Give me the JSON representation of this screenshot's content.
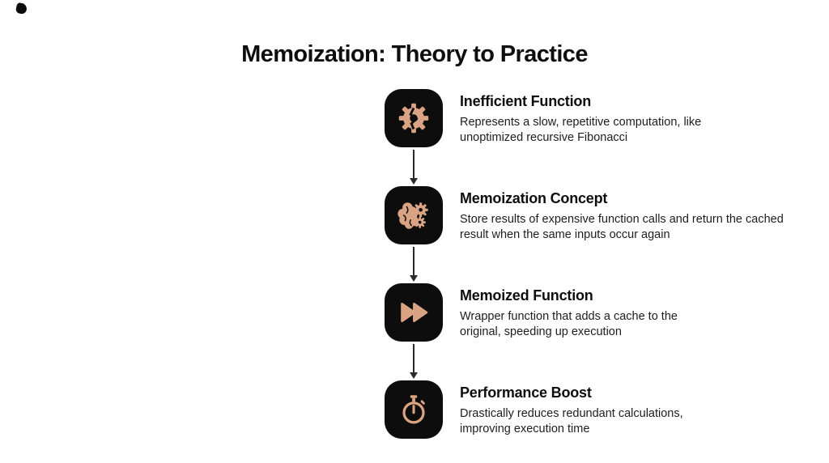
{
  "page": {
    "title": "Memoization: Theory to Practice"
  },
  "colors": {
    "accent": "#d9a384",
    "icon_background": "#0d0d0d",
    "title_text": "#0e0e0e",
    "body_text": "#1d1d1d"
  },
  "steps": [
    {
      "icon": "broken-gear-icon",
      "title": "Inefficient Function",
      "description": "Represents a slow, repetitive computation, like unoptimized recursive Fibonacci"
    },
    {
      "icon": "brain-gears-icon",
      "title": "Memoization Concept",
      "description": "Store results of expensive function calls and return the cached result when the same inputs occur again"
    },
    {
      "icon": "fast-forward-icon",
      "title": "Memoized Function",
      "description": "Wrapper function that adds a cache to the original, speeding up execution"
    },
    {
      "icon": "stopwatch-icon",
      "title": "Performance Boost",
      "description": "Drastically reduces redundant calculations, improving execution time"
    }
  ]
}
